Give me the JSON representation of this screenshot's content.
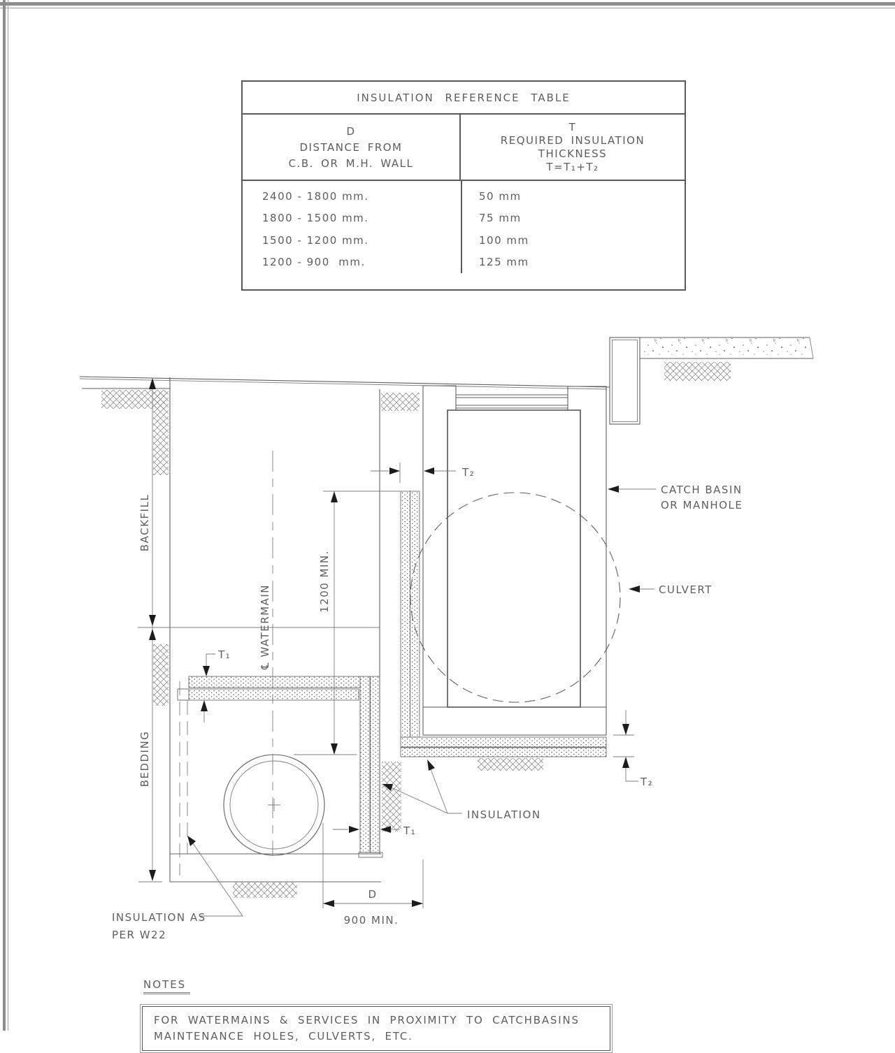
{
  "table": {
    "title": "INSULATION REFERENCE TABLE",
    "col_d": {
      "line1": "D",
      "line2": "DISTANCE FROM",
      "line3": "C.B. OR M.H. WALL"
    },
    "col_t": {
      "line1": "T",
      "line2": "REQUIRED INSULATION",
      "line3": "THICKNESS",
      "line4": "T=T₁+T₂"
    },
    "rows": [
      {
        "distance": "2400 - 1800 mm.",
        "thickness": "50 mm"
      },
      {
        "distance": "1800 - 1500 mm.",
        "thickness": "75 mm"
      },
      {
        "distance": "1500 - 1200 mm.",
        "thickness": "100 mm"
      },
      {
        "distance": "1200 - 900  mm.",
        "thickness": "125 mm"
      }
    ]
  },
  "drawing": {
    "labels": {
      "backfill": "BACKFILL",
      "bedding": "BEDDING",
      "watermain_cl": "℄ WATERMAIN",
      "dim_1200": "1200 MIN.",
      "t1": "T₁",
      "t2": "T₂",
      "catch_basin_line1": "CATCH BASIN",
      "catch_basin_line2": "OR MANHOLE",
      "culvert": "CULVERT",
      "insulation": "INSULATION",
      "insulation_w22_line1": "INSULATION AS",
      "insulation_w22_line2": "PER W22",
      "dim_d": "D",
      "dim_900": "900 MIN."
    }
  },
  "notes": {
    "heading": "NOTES",
    "line1": "FOR WATERMAINS & SERVICES IN PROXIMITY TO CATCHBASINS",
    "line2": "MAINTENANCE HOLES, CULVERTS, ETC."
  }
}
